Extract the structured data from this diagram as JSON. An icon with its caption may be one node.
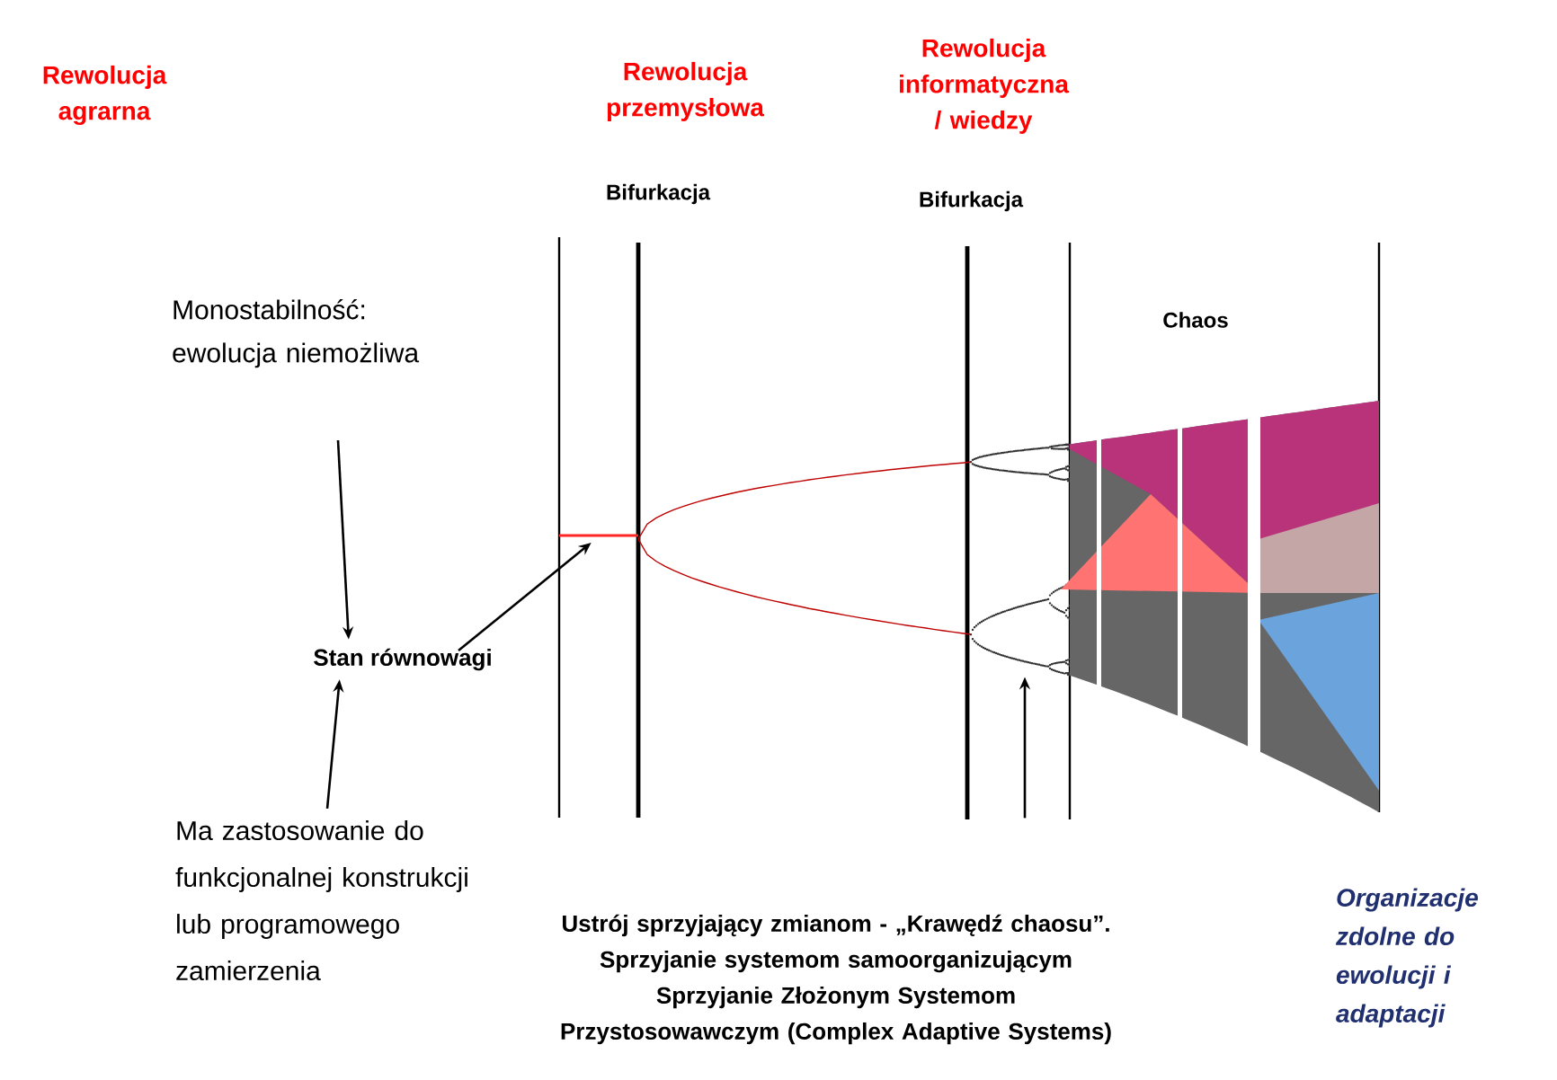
{
  "diagram": {
    "nodes": [
      {
        "text": [
          "Monostabilność: ewolucja niemożliwa"
        ]
      },
      {
        "text": [
          "Stan równowagi"
        ]
      },
      {
        "text": [
          "Ma zastosowanie do funkcjonalnej konstrukcji lub programowego zamierzenia"
        ]
      },
      {
        "text": [],
        "shape": "bar"
      },
      {
        "text": [],
        "shape": "picture"
      }
    ],
    "edges": [
      {
        "from": 0,
        "to": 1,
        "arrow": "to"
      },
      {
        "from": 2,
        "to": 1,
        "arrow": "to"
      },
      {
        "from": 1,
        "to": 3,
        "arrow": "to"
      },
      {
        "from": null,
        "to": 4,
        "arrow": "to"
      }
    ],
    "labels": [
      "Rewolucja agrarna",
      "Rewolucja przemysłowa",
      "Rewolucja informatyczna / wiedzy",
      "Bifurkacja",
      "Bifurkacja",
      "Chaos",
      "Ustrój sprzyjający zmianom - „Krawędź chaosu”. Sprzyjanie systemom samoorganizującym Sprzyjanie Złożonym Systemom Przystosowawczym (Complex Adaptive Systems)",
      "Organizacje zdolne do ewolucji i adaptacji"
    ]
  }
}
